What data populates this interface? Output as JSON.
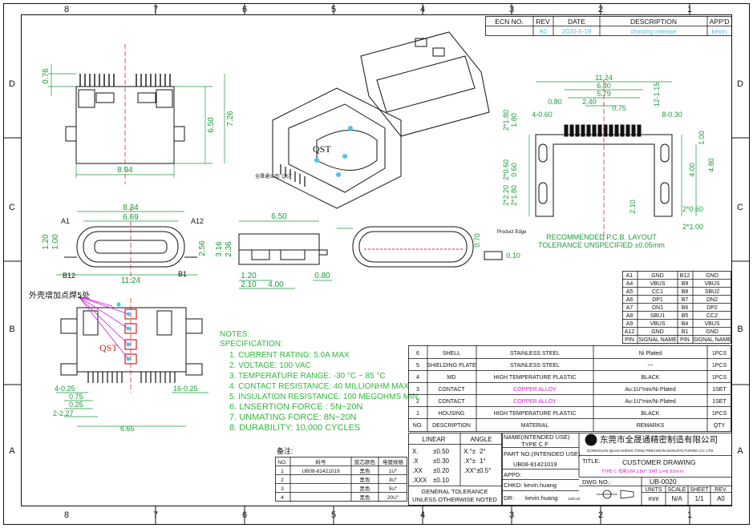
{
  "colors": {
    "line": "#111111",
    "dim": "#1a9a3a",
    "notes": "#2fb83a",
    "cyan": "#4fc3e8",
    "magenta": "#d21ad2",
    "red": "#d02020",
    "centerline": "#d03030"
  },
  "border": {
    "cols": [
      "8",
      "7",
      "6",
      "5",
      "4",
      "3",
      "2",
      "1"
    ],
    "rows": [
      "D",
      "C",
      "B",
      "A"
    ]
  },
  "revision": {
    "headers": [
      "ECN NO.",
      "REV",
      "DATE",
      "DESCRIPTION",
      "APP'D"
    ],
    "row": [
      "",
      "A0",
      "2020-5-19",
      "drawing release",
      "kevin"
    ]
  },
  "top_left_view": {
    "dims": [
      "0.76",
      "6.50",
      "7.26",
      "8.94"
    ]
  },
  "mid_left_view": {
    "dims": [
      "8.34",
      "6.69",
      "1.20",
      "1.00",
      "2.56",
      "11.24"
    ],
    "labels": [
      "A1",
      "A12",
      "B12",
      "B1"
    ]
  },
  "side_view": {
    "dims": [
      "6.50",
      "3.16",
      "2.36",
      "1.20",
      "2.10",
      "4.00",
      "0.80"
    ]
  },
  "iso_view": {
    "mark": "QST",
    "label": "全晟通公司: QST"
  },
  "front_view": {
    "dims": [
      "0.70",
      "0.10"
    ],
    "label": "Product Edge"
  },
  "pcb": {
    "dims": [
      "11.24",
      "6.40",
      "5.79",
      "2.40",
      "0.75",
      "12-1.15",
      "0.80",
      "4-0.60",
      "8-0.30",
      "2*1.80",
      "1.80",
      "2*0.60",
      "0.60",
      "2*2.20",
      "2*1.80",
      "1.00",
      "4.80",
      "4.00",
      "2.10",
      "2*0.60",
      "2*1.00"
    ],
    "title": "RECOMMENDED  P.C.B. LAYOUT",
    "tolerance": "TOLERANCE UNSPECIFIED ±0.05mm"
  },
  "pins": {
    "rows": [
      [
        "A1",
        "GND",
        "B12",
        "GND"
      ],
      [
        "A4",
        "VBUS",
        "B9",
        "VBUS"
      ],
      [
        "A5",
        "CC1",
        "B8",
        "SBU2"
      ],
      [
        "A6",
        "DP1",
        "B7",
        "DN2"
      ],
      [
        "A7",
        "DN1",
        "B6",
        "DP2"
      ],
      [
        "A8",
        "SBU1",
        "B5",
        "CC2"
      ],
      [
        "A9",
        "VBUS",
        "B4",
        "VBUS"
      ],
      [
        "A12",
        "GND",
        "B1",
        "GND"
      ]
    ],
    "headers": [
      "PIN",
      "SIGNAL NAME",
      "PIN",
      "SIGNAL NAME"
    ]
  },
  "bottom_view": {
    "annotation": "外壳增加点焊5处",
    "mark": "QST",
    "dims": [
      "4-0.25",
      "0.75",
      "0.25",
      "2-2.27",
      "6.65",
      "16-0.25"
    ]
  },
  "notes": {
    "title": "NOTES:",
    "subtitle": "SPECIFICATION:",
    "items": [
      "1. CURRENT RATING: 5.0A MAX",
      "2. VOLTAGE: 100 VAC",
      "3. TEMPERATURE RANGE: -30 °C ~ 85 °C",
      "4. CONTACT RESISTANCE: 40 MILLIONHM MAX",
      "5. INSULATION RESISTANCE: 100 MEGOHMS MIN.",
      "6. LNSERTION FORCE : 5N~20N",
      "7. UNMATING FORCE: 8N~20N",
      "8. DURABILITY:  10,000 CYCLES"
    ]
  },
  "bom": {
    "rows": [
      [
        "6",
        "SHELL",
        "STAINLESS STEEL",
        "Ni Plated",
        "1PCS"
      ],
      [
        "5",
        "SHIELDING PLATE",
        "STAINLESS STEEL",
        "---",
        "1PCS"
      ],
      [
        "4",
        "MD",
        "HIGH TEMPERATURE PLASTIC",
        "BLACK",
        "1PCS"
      ],
      [
        "3",
        "CONTACT",
        "COPPER ALLOY",
        "Au:1U\"min/Ni Plated",
        "1SET"
      ],
      [
        "2",
        "CONTACT",
        "COPPER ALLOY",
        "Au:1U\"min/Ni Plated",
        "1SET"
      ],
      [
        "1",
        "HOUSING",
        "HIGH TEMPERATURE PLASTIC",
        "BLACK",
        "1PCS"
      ]
    ],
    "headers": [
      "NO.",
      "DESCRIPTION",
      "MATERIAL",
      "REMARKS",
      "QTY"
    ]
  },
  "remarks": {
    "title": "备注:",
    "headers": [
      "NO.",
      "料号",
      "胶芯颜色",
      "电镀规格"
    ],
    "rows": [
      [
        "1",
        "UB08-81421019",
        "黑色",
        "1U\""
      ],
      [
        "2",
        "",
        "黑色",
        "3U\""
      ],
      [
        "3",
        "",
        "黑色",
        "5U\""
      ],
      [
        "4",
        "",
        "黑色",
        "20U\""
      ]
    ]
  },
  "tolerance": {
    "headers": [
      "LINEAR",
      "ANGLE"
    ],
    "rows": [
      [
        "X.",
        "±0.50",
        "X.°±",
        "2°"
      ],
      [
        ".X",
        "±0.30",
        ".X°±",
        "1°"
      ],
      [
        ".XX",
        "±0.20",
        ".XX°±",
        "0.5°"
      ],
      [
        ".XXX",
        "±0.10",
        "",
        ""
      ]
    ],
    "footer1": "GENERAL TOLERANCE",
    "footer2": "UNLESS OTHERWISE NOTED"
  },
  "title_block": {
    "name_label": "NAME(INTENDED USE)",
    "name_value": "TYPE C F",
    "partno_label": "PART NO.(INTENDED USE)",
    "partno_value": "UB08-81421019",
    "appd": "APPD:",
    "chkd": "CHKD:  kevin.huang",
    "dr": "DR:",
    "dr_value": "kevin.huang",
    "dr_date": "12/8-20",
    "company_cn": "东莞市全晟通精密制造有限公司",
    "company_en": "DONGGUAN QUAN SHENG TONG PRECISION  MANUFACTURING CO. LTD.",
    "title_label": "TITLE:",
    "title_value": "CUSTOMER DRAWING",
    "title_sub": "TYPE C 母座16P,180°,SMT,L=6.50mm",
    "dwg_label": "DWG NO.:",
    "dwg_value": "UB-0020",
    "units_h": "UNITS",
    "scale_h": "SCALE",
    "sheet_h": "SHEET",
    "rev_h": "REV.",
    "units": "mm",
    "scale": "N/A",
    "sheet": "1/1",
    "rev": "A0"
  }
}
